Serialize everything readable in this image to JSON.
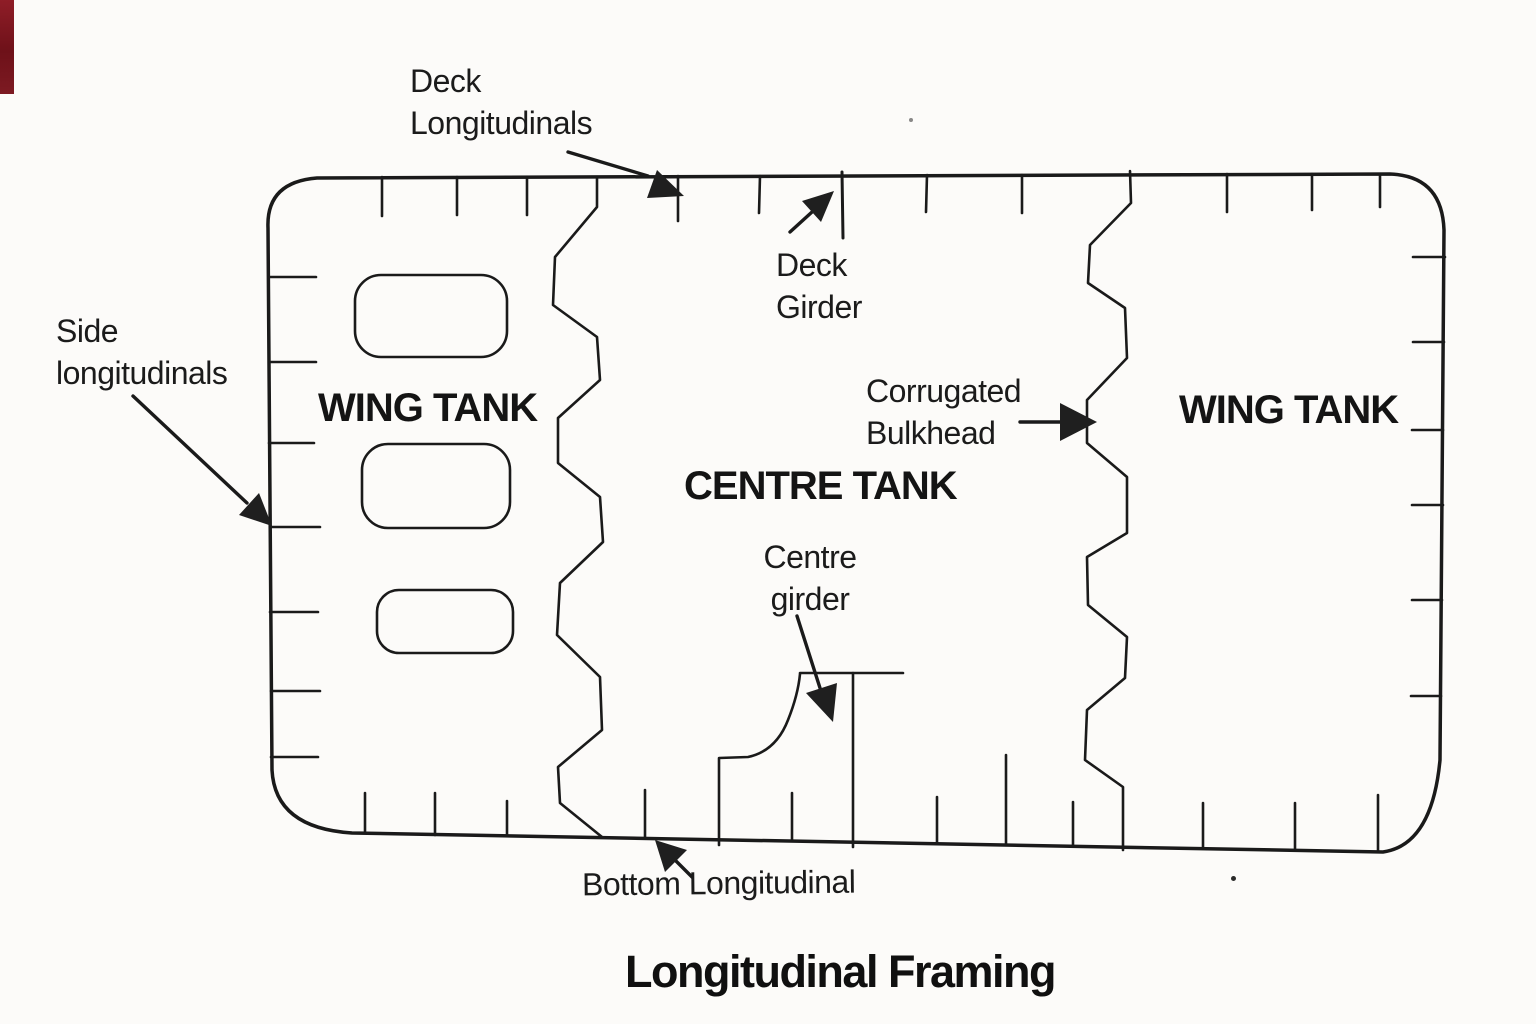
{
  "title": "Longitudinal Framing",
  "labels": {
    "deck_longitudinals": "Deck\nLongitudinals",
    "deck_girder": "Deck\nGirder",
    "side_longitudinals": "Side\nlongitudinals",
    "corrugated_bulkhead": "Corrugated\nBulkhead",
    "centre_girder": "Centre\ngirder",
    "bottom_longitudinal": "Bottom Longitudinal",
    "wing_tank_left": "WING TANK",
    "centre_tank": "CENTRE TANK",
    "wing_tank_right": "WING TANK"
  },
  "colors": {
    "ink": "#1a1a1a",
    "paper": "#fcfbf9",
    "edge_artifact": "#7d1a22"
  }
}
